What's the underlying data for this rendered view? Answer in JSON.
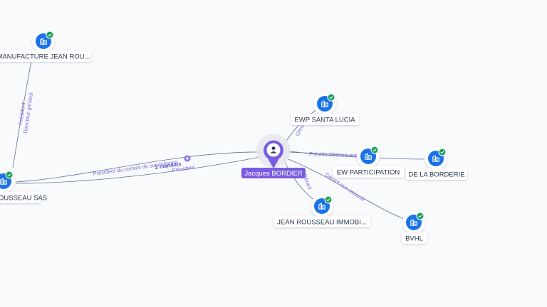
{
  "center": {
    "label": "Jacques BORDIER",
    "icon": "person-icon"
  },
  "companies": [
    {
      "id": "manufacture",
      "label": "MANUFACTURE JEAN ROU..."
    },
    {
      "id": "rousseau-sas",
      "label": "OUSSEAU SAS"
    },
    {
      "id": "ewp",
      "label": "EWP SANTA LUCIA"
    },
    {
      "id": "ew-participation",
      "label": "EW PARTICIPATION"
    },
    {
      "id": "de-la-borderie",
      "label": "DE LA BORDERIE"
    },
    {
      "id": "jean-rousseau-immo",
      "label": "JEAN ROUSSEAU IMMOBI..."
    },
    {
      "id": "bvhl",
      "label": "BVHL"
    }
  ],
  "edges": {
    "manufacture_role_1": "Président",
    "manufacture_role_2": "Directeur général",
    "sas_role_1": "Président du conseil de surveillance",
    "sas_mandates": "2 mandats",
    "sas_role_2": "Président",
    "ewp_role": "Gérant",
    "ewp_part_role": "Président",
    "borderie_role": "Gérant associé",
    "immo_role": "Gérant",
    "bvhl_role": "Gérant non associé"
  },
  "colors": {
    "accent": "#7b5ce0",
    "company_icon": "#1a73e8",
    "verified_badge": "#18a058",
    "edge_line": "#5f7391"
  },
  "icons": {
    "company": "building-icon",
    "verified": "check-badge-icon",
    "expand": "plus-icon"
  }
}
